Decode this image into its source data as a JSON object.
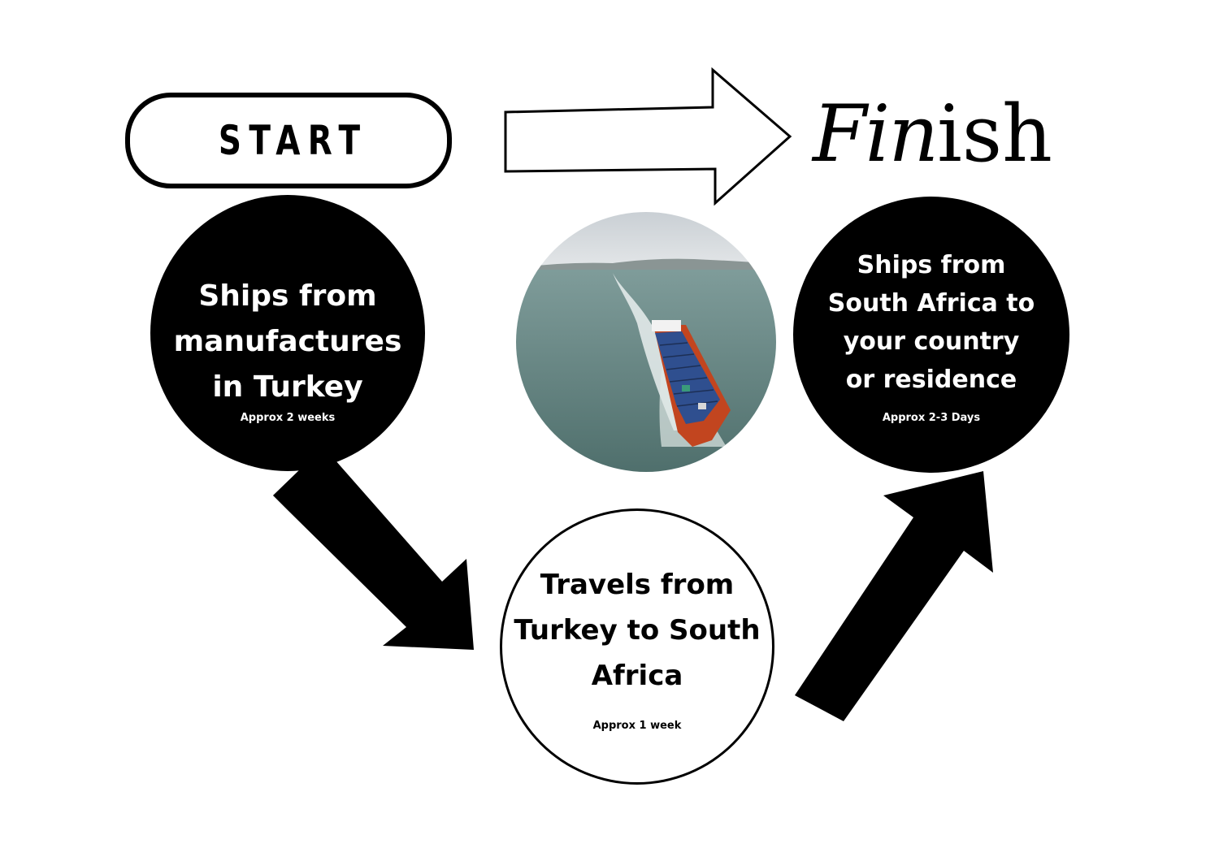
{
  "start": {
    "label": "START"
  },
  "finish": {
    "label_script": "Fin",
    "label_plain": "ish"
  },
  "steps": [
    {
      "title_lines": [
        "Ships from",
        "manufactures",
        "in Turkey"
      ],
      "duration": "Approx 2 weeks"
    },
    {
      "title_lines": [
        "Travels from",
        "Turkey to South",
        "Africa"
      ],
      "duration": "Approx 1 week"
    },
    {
      "title_lines": [
        "Ships from",
        "South Africa to",
        "your country",
        "or residence"
      ],
      "duration": "Approx 2-3 Days"
    }
  ],
  "photo": {
    "subject": "container-ship-at-sea"
  },
  "colors": {
    "fill": "#000000",
    "background": "#ffffff",
    "text_on_dark": "#ffffff",
    "sea": "#5d7d7a",
    "ship_hull": "#c2451f",
    "containers": "#2f4f8f"
  }
}
